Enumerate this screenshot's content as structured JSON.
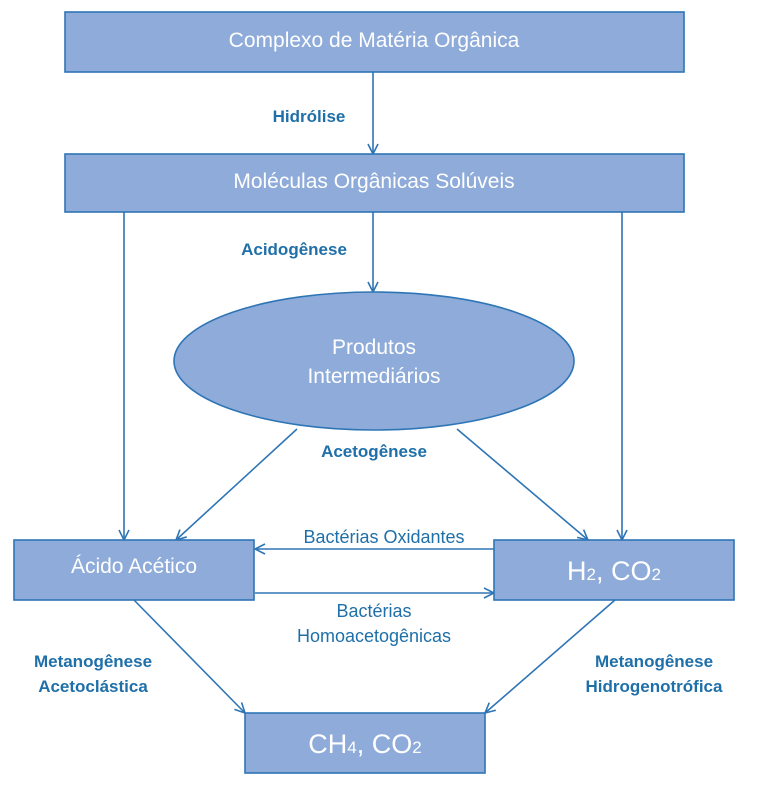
{
  "nodes": {
    "complex": "Complexo de Matéria Orgânica",
    "soluble": "Moléculas Orgânicas Solúveis",
    "intermediates_line1": "Produtos",
    "intermediates_line2": "Intermediários",
    "acetic": "Ácido Acético",
    "h2co2_h": "H",
    "h2co2_sub": "2",
    "h2co2_rest": ", CO",
    "h2co2_sub2": "2",
    "ch4co2_ch": "CH",
    "ch4co2_sub": "4",
    "ch4co2_rest": ", CO",
    "ch4co2_sub2": "2"
  },
  "processes": {
    "hydrolysis": "Hidrólise",
    "acidogenesis": "Acidogênese",
    "acetogenesis": "Acetogênese",
    "methanogenesis_left_1": "Metanogênese",
    "methanogenesis_left_2": "Acetoclástica",
    "methanogenesis_right_1": "Metanogênese",
    "methanogenesis_right_2": "Hidrogenotrófica"
  },
  "bacteria": {
    "oxidizing": "Bactérias Oxidantes",
    "homoacetogenic_1": "Bactérias",
    "homoacetogenic_2": "Homoacetogênicas"
  },
  "colors": {
    "box_fill": "#8eabd9",
    "stroke": "#2e75b6",
    "label_text": "#1f6fa8",
    "node_text": "#ffffff"
  }
}
